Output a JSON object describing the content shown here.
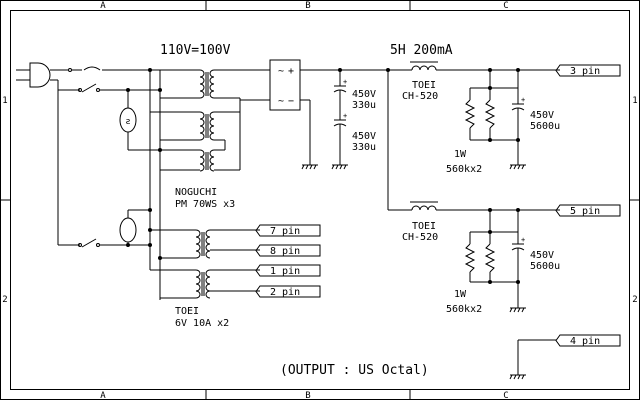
{
  "frame": {
    "columns": [
      "A",
      "B",
      "C"
    ],
    "rows": [
      "1",
      "2"
    ]
  },
  "labels": {
    "primary_voltage": "110V=100V",
    "choke_rating": "5H 200mA",
    "choke1_maker": "TOEI",
    "choke1_model": "CH-520",
    "choke2_maker": "TOEI",
    "choke2_model": "CH-520",
    "filter_cap1_v": "450V",
    "filter_cap1_c": "330u",
    "filter_cap2_v": "450V",
    "filter_cap2_c": "330u",
    "out1_cap_v": "450V",
    "out1_cap_c": "5600u",
    "out2_cap_v": "450V",
    "out2_cap_c": "5600u",
    "out1_res_w": "1W",
    "out1_res_v": "560kx2",
    "out2_res_w": "1W",
    "out2_res_v": "560kx2",
    "trans1_maker": "NOGUCHI",
    "trans1_model": "PM 70WS x3",
    "trans2_maker": "TOEI",
    "trans2_model": "6V 10A x2",
    "footer": "(OUTPUT : US Octal)"
  },
  "pins": {
    "p3": "3 pin",
    "p5": "5 pin",
    "p7": "7 pin",
    "p8": "8 pin",
    "p1": "1 pin",
    "p2": "2 pin",
    "p4": "4 pin"
  },
  "rectifier": {
    "ac": "~",
    "plus": "+",
    "minus": "−"
  }
}
